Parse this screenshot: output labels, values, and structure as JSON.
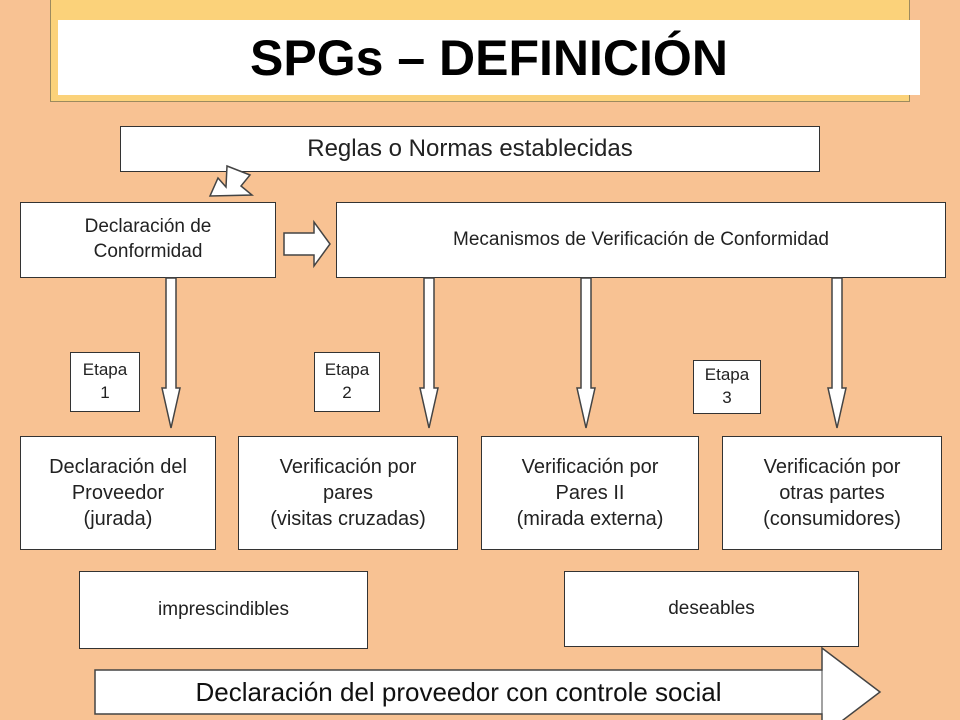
{
  "title": "SPGs – DEFINICIÓN",
  "rules_box": "Reglas o Normas establecidas",
  "declaration_box": {
    "line1": "Declaración de",
    "line2": "Conformidad"
  },
  "mechanisms_box": "Mecanismos de Verificación de Conformidad",
  "stages": [
    {
      "line1": "Etapa",
      "line2": "1"
    },
    {
      "line1": "Etapa",
      "line2": "2"
    },
    {
      "line1": "Etapa",
      "line2": "3"
    }
  ],
  "outcomes": [
    {
      "line1": "Declaración del",
      "line2": "Proveedor",
      "line3": "(jurada)"
    },
    {
      "line1": "Verificación por",
      "line2": "pares",
      "line3": "(visitas cruzadas)"
    },
    {
      "line1": "Verificación por",
      "line2": "Pares II",
      "line3": "(mirada externa)"
    },
    {
      "line1": "Verificación por",
      "line2": "otras partes",
      "line3": "(consumidores)"
    }
  ],
  "categories": {
    "left": "imprescindibles",
    "right": "deseables"
  },
  "bottom_arrow": "Declaración del proveedor con controle social",
  "colors": {
    "background": "#F8C293",
    "title_frame": "#FBD27A",
    "box": "#FFFFFF"
  }
}
